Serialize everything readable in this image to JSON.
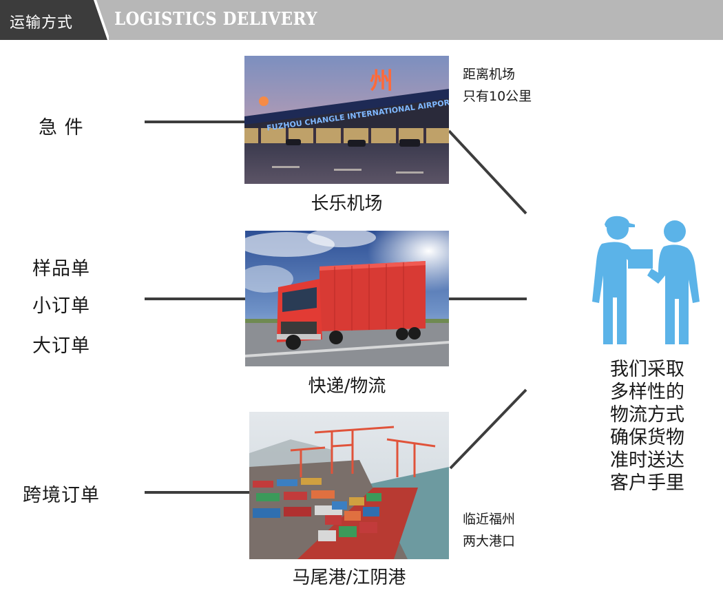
{
  "header": {
    "title_cn": "运输方式",
    "title_en": "LOGISTICS DELIVERY"
  },
  "left_labels": {
    "urgent": "急 件",
    "sample": "样品单",
    "small_order": "小订单",
    "large_order": "大订单",
    "cross_border": "跨境订单"
  },
  "airport": {
    "caption": "长乐机场",
    "note_line1": "距离机场",
    "note_line2": "只有10公里",
    "sign_text": "FUZHOU CHANGLE INTERNATIONAL AIRPORT",
    "sign_cn": "州"
  },
  "truck": {
    "caption": "快递/物流"
  },
  "port": {
    "caption": "马尾港/江阴港",
    "note_line1": "临近福州",
    "note_line2": "两大港口"
  },
  "summary": {
    "lines": [
      "我们采取",
      "多样性的",
      "物流方式",
      "确保货物",
      "准时送达",
      "客户手里"
    ]
  },
  "colors": {
    "header_dark": "#3c3c3c",
    "header_light": "#b7b7b7",
    "line": "#3d3d3d",
    "people_icon": "#5bb3e8"
  },
  "icons": {
    "people": "handover-people-icon"
  }
}
